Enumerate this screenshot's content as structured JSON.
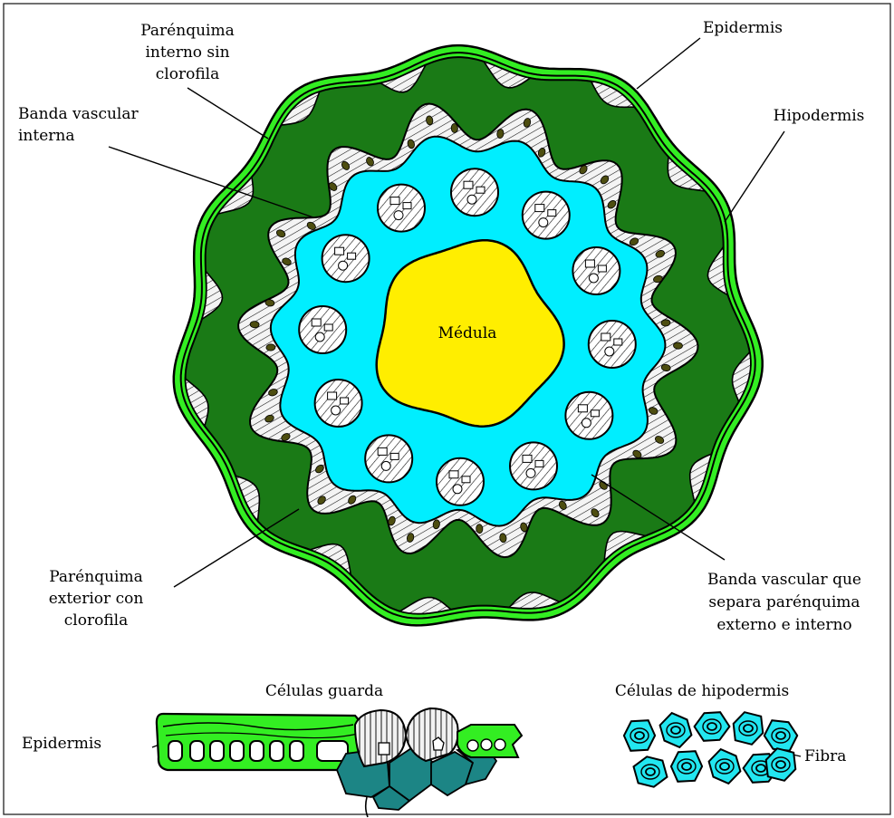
{
  "labels": {
    "parenquima_interno": [
      "Parénquima",
      "interno sin",
      "clorofila"
    ],
    "epidermis_top": "Epidermis",
    "banda_interna": [
      "Banda vascular",
      "interna"
    ],
    "hipodermis": "Hipodermis",
    "medula": "Médula",
    "parenquima_exterior": [
      "Parénquima",
      "exterior con",
      "clorofila"
    ],
    "banda_separa": [
      "Banda vascular que",
      "separa parénquima",
      "externo e interno"
    ],
    "celulas_guarda": "Células guarda",
    "epidermis_detail": "Epidermis",
    "celulas_hipodermis": "Células de hipodermis",
    "fibra": "Fibra"
  },
  "colors": {
    "epidermis": "#33ee22",
    "outer_parenchyma": "#1a7a16",
    "inner_parenchyma": "#00eeff",
    "medulla": "#ffee00",
    "vascular_band": "#e4e4e4",
    "vascular_spots": "#4d4d10",
    "hypodermis_cells": "#22e6f0",
    "guard_support": "#1c8585"
  }
}
